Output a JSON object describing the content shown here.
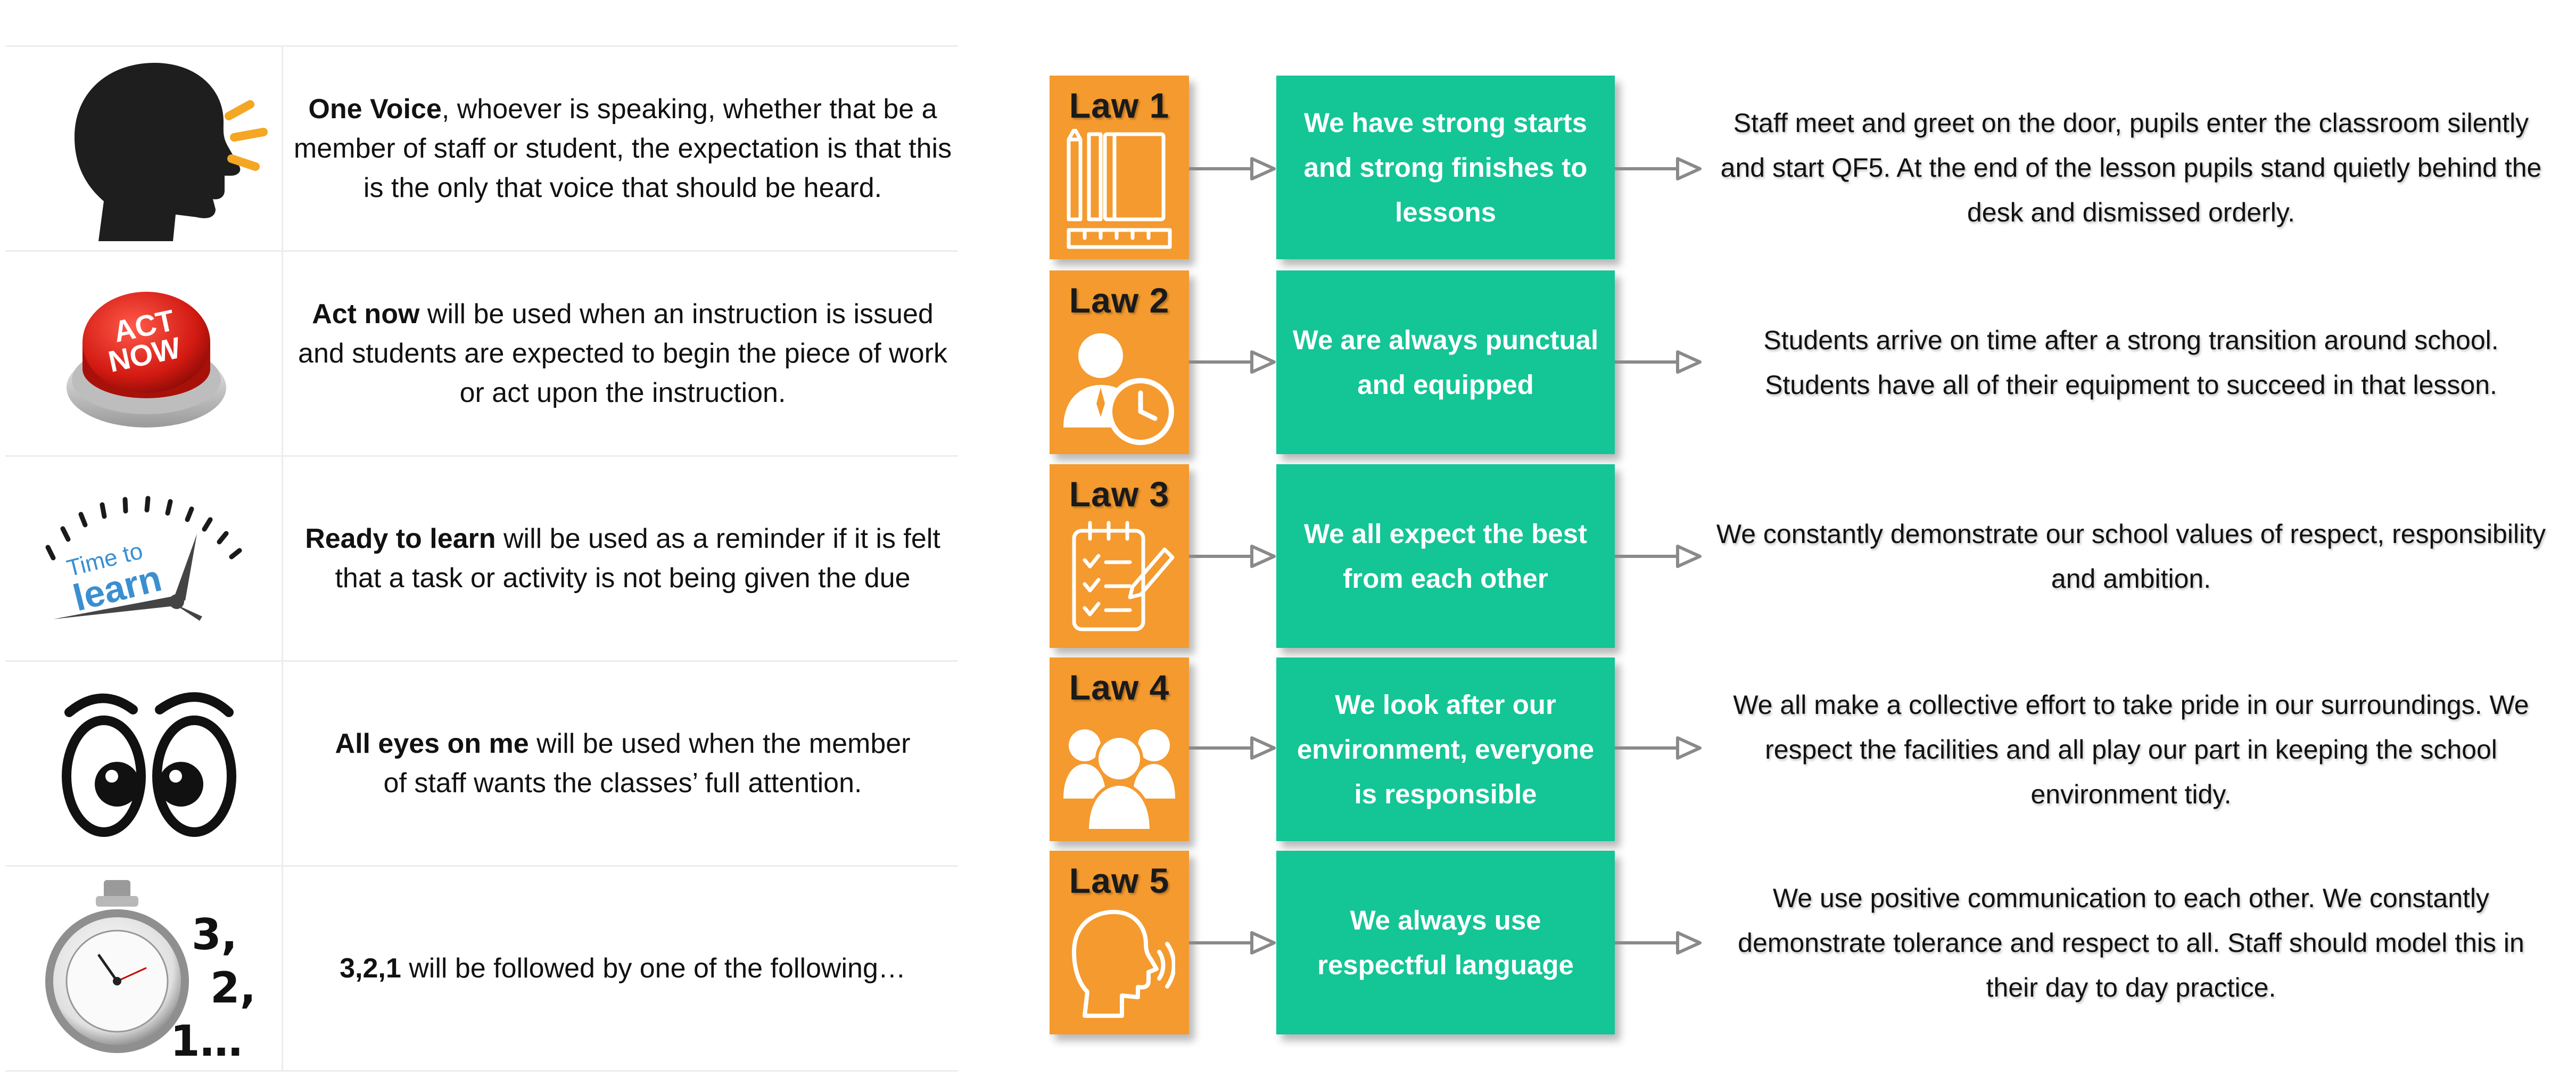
{
  "left_items": [
    {
      "key": "one-voice",
      "bold": "One Voice",
      "rest": ", whoever is speaking, whether that be a member of staff  or student, the expectation is that this is the only that voice that should be heard.",
      "icon": "speaking-head-icon"
    },
    {
      "key": "act-now",
      "bold": "Act now",
      "rest": " will be used when an instruction is issued and students are expected to begin the piece of work or act upon the instruction.",
      "icon": "act-now-button-icon",
      "icon_text_1": "ACT",
      "icon_text_2": "NOW"
    },
    {
      "key": "ready-to-learn",
      "bold": "Ready to learn",
      "rest": " will be used as a reminder if it is felt that a task or activity is not being given the due",
      "icon": "time-to-learn-clock-icon",
      "icon_text_1": "Time to",
      "icon_text_2": "learn"
    },
    {
      "key": "all-eyes",
      "bold": "All eyes on me",
      "rest": " will be used when the member of staff wants the  classes’ full attention.",
      "icon": "cartoon-eyes-icon"
    },
    {
      "key": "countdown",
      "bold": "3,2,1",
      "rest": " will be followed by one of the following…",
      "icon": "stopwatch-countdown-icon",
      "icon_text_1": "3,",
      "icon_text_2": "2,",
      "icon_text_3": "1…"
    }
  ],
  "laws": [
    {
      "title": "Law 1",
      "icon": "stationery-icon",
      "statement": "We have strong starts and strong  finishes to lessons",
      "description": "Staff meet and greet on the door, pupils enter the classroom silently and start QF5. At the end of the lesson pupils stand quietly behind the desk and dismissed orderly."
    },
    {
      "title": "Law 2",
      "icon": "person-clock-icon",
      "statement": "We are always punctual and equipped",
      "description": "Students arrive on time after a strong transition around school. Students have all of their equipment to succeed  in that lesson."
    },
    {
      "title": "Law 3",
      "icon": "checklist-icon",
      "statement": "We all expect the best from each other",
      "description": "We constantly demonstrate our school values of respect, responsibility and ambition."
    },
    {
      "title": "Law 4",
      "icon": "group-people-icon",
      "statement": "We look after our environment, everyone is responsible",
      "description": "We all make a collective effort to take pride in our surroundings. We respect the facilities and all play our part in keeping the school environment tidy."
    },
    {
      "title": "Law 5",
      "icon": "speaking-head-outline-icon",
      "statement": "We always use respectful language",
      "description": "We use positive communication  to each other. We constantly demonstrate tolerance and respect to all. Staff should model this in their day to day practice."
    }
  ],
  "colors": {
    "law_badge": "#f49a2e",
    "law_box": "#14c596",
    "arrow": "#8a8a8a"
  }
}
